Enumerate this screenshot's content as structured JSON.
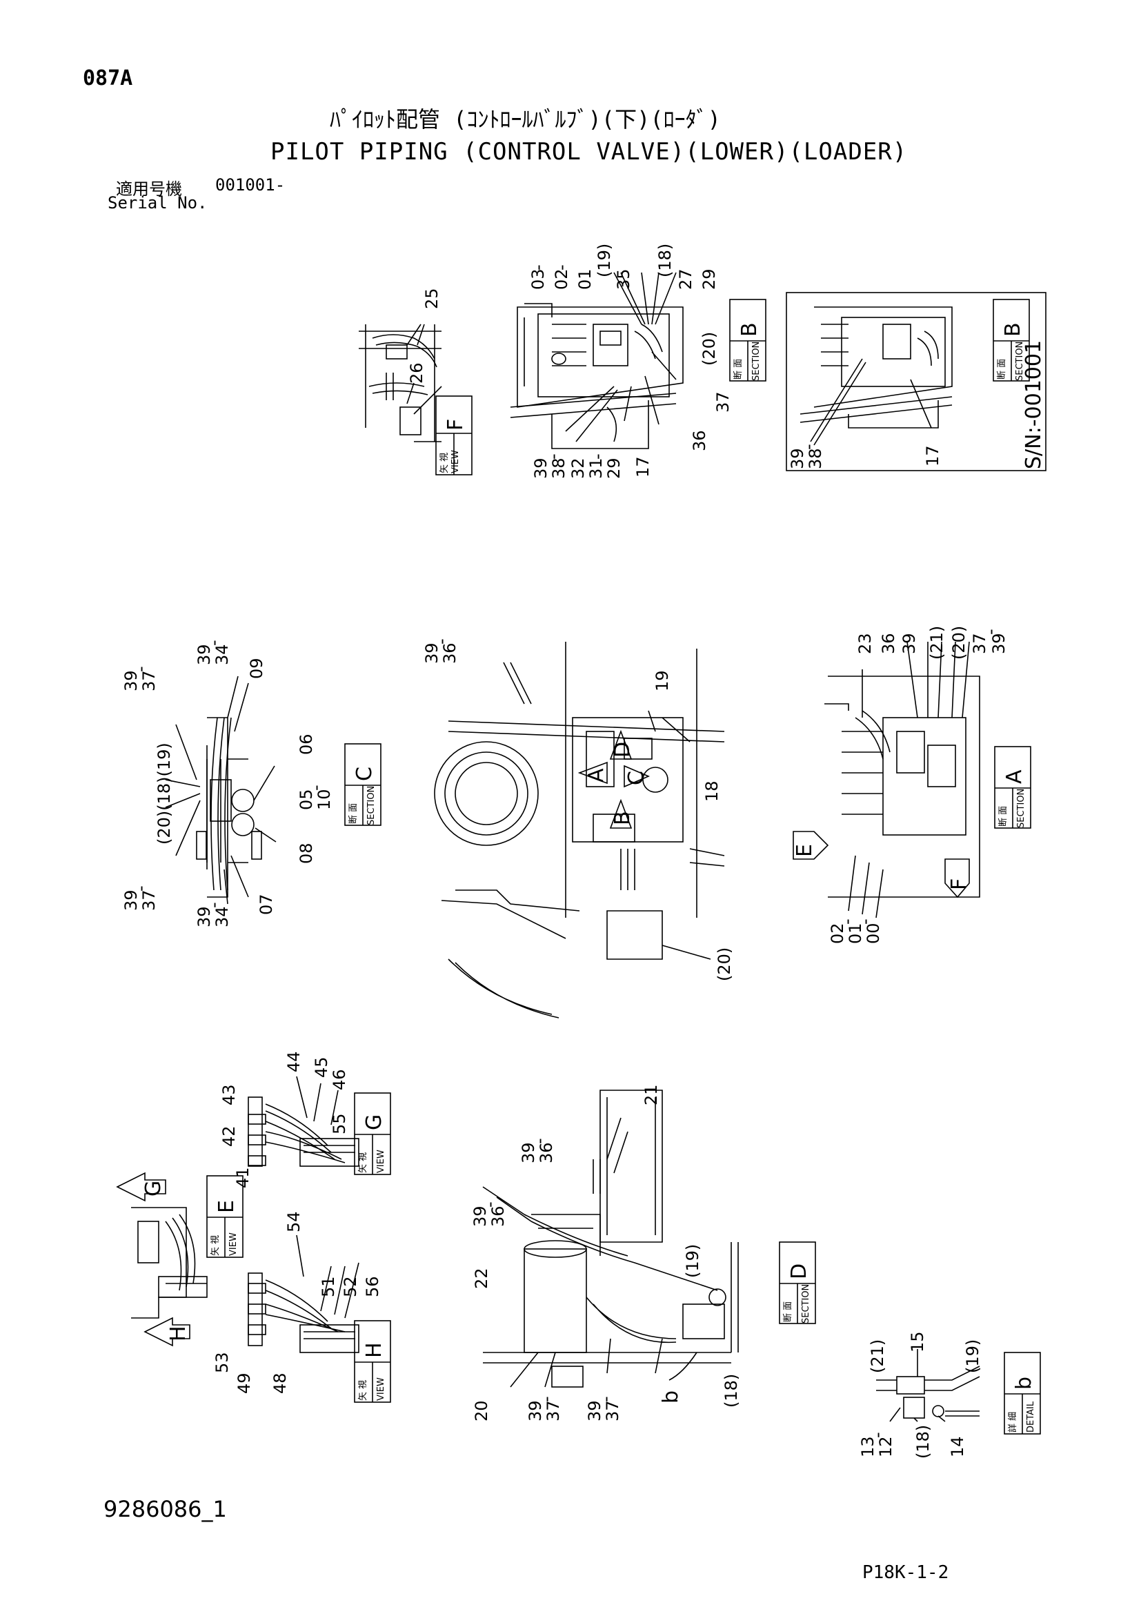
{
  "header": {
    "sheet_code": "087A",
    "title_jp": "ﾊﾟｲﾛｯﾄ配管 (ｺﾝﾄﾛｰﾙﾊﾞﾙﾌﾞ)(下)(ﾛｰﾀﾞ)",
    "title_en": "PILOT PIPING (CONTROL VALVE)(LOWER)(LOADER)",
    "serial_label_jp": "適用号機",
    "serial_value": "001001-",
    "serial_label_en": "Serial No."
  },
  "footer": {
    "document_number": "9286086_1",
    "page_reference": "P18K-1-2"
  },
  "section_tags": {
    "view_jp": "矢 視",
    "view_en": "VIEW",
    "section_jp": "断 面",
    "section_en": "SECTION",
    "detail_jp": "詳 細",
    "detail_en": "DETAIL",
    "F": "F",
    "B": "B",
    "C": "C",
    "A": "A",
    "G": "G",
    "E": "E",
    "H": "H",
    "D": "D",
    "b": "b"
  },
  "serial_note": "S/N:-001001",
  "part_callouts": {
    "p00": "00",
    "p01": "01",
    "p02": "02",
    "p03": "03",
    "p05": "05",
    "p06": "06",
    "p07": "07",
    "p08": "08",
    "p09": "09",
    "p10": "10",
    "p12": "12",
    "p13": "13",
    "p14": "14",
    "p15": "15",
    "p17": "17",
    "p18": "18",
    "p19": "19",
    "p18p": "(18)",
    "p19p": "(19)",
    "p20": "20",
    "p20p": "(20)",
    "p21": "21",
    "p21p": "(21)",
    "p22": "22",
    "p23": "23",
    "p25": "25",
    "p26": "26",
    "p27": "27",
    "p29": "29",
    "p31": "31",
    "p32": "32",
    "p34": "34",
    "p35": "35",
    "p36": "36",
    "p37": "37",
    "p38": "38",
    "p39": "39",
    "p41": "41",
    "p42": "42",
    "p43": "43",
    "p44": "44",
    "p45": "45",
    "p46": "46",
    "p48": "48",
    "p49": "49",
    "p51": "51",
    "p52": "52",
    "p53": "53",
    "p54": "54",
    "p55": "55",
    "p56": "56",
    "dash": "-",
    "group_c_left": "(20)(18)(19)"
  }
}
